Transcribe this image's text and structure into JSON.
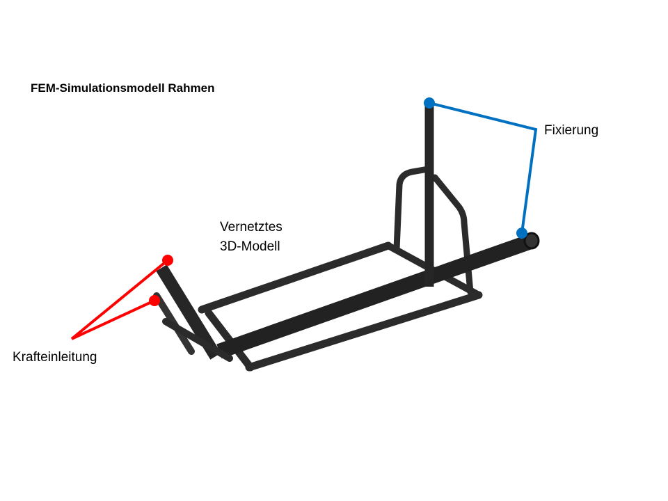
{
  "title": "FEM-Simulationsmodell Rahmen",
  "labels": {
    "fixation": "Fixierung",
    "mesh_line1": "Vernetztes",
    "mesh_line2": "3D-Modell",
    "force": "Krafteinleitung"
  },
  "colors": {
    "fixation": "#0070c0",
    "force": "#ff0000",
    "frame": "#2b2b2b"
  }
}
